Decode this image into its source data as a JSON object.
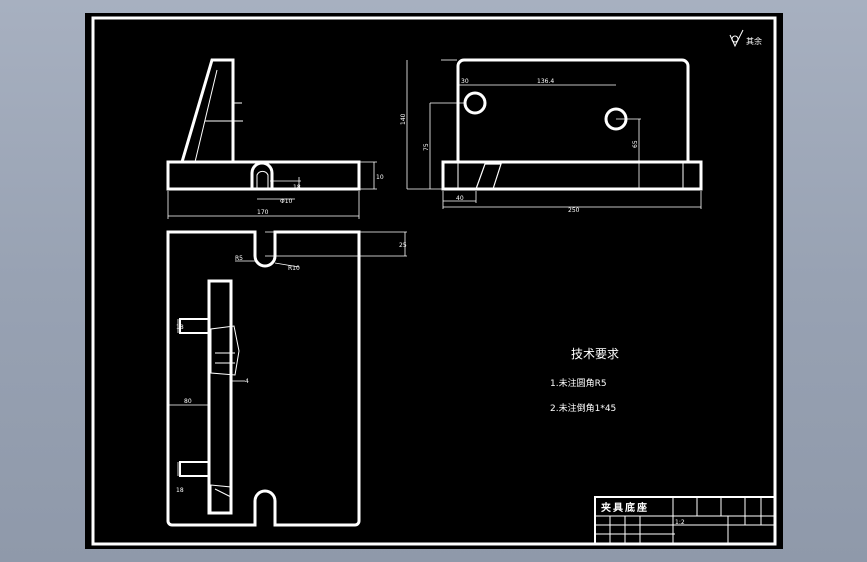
{
  "drawing": {
    "roughness_note": "其余",
    "technical_requirements": {
      "title": "技术要求",
      "items": [
        "1.未注圆角R5",
        "2.未注倒角1*45"
      ]
    },
    "dimensions": {
      "side_width": "170",
      "side_height": "10",
      "slot_dia": "Φ10",
      "slot_depth": "18",
      "front_total_height": "140",
      "front_hole_height": "75",
      "front_hole_spacing": "136.4",
      "front_hole_offset": "30",
      "front_right_height": "65",
      "front_left_offset": "40",
      "front_width": "250",
      "plan_radius": "R5",
      "plan_slot_r": "R10",
      "plan_slot_depth": "25",
      "plan_rib_offset": "80",
      "plan_rib_thick_a": "18",
      "plan_rib_thick_b": "18",
      "plan_rib_gap": "4"
    },
    "title_block": {
      "name": "夹具底座",
      "scale": "1:2"
    }
  }
}
